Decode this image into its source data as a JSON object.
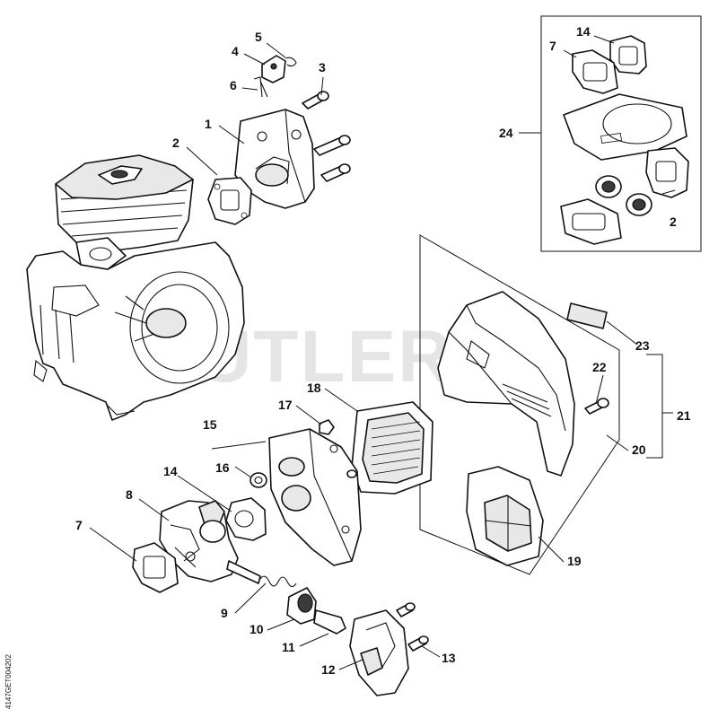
{
  "watermark": "CUTLER'S",
  "reference_code": "4147GET004202",
  "callouts": [
    {
      "id": "c1",
      "label": "1"
    },
    {
      "id": "c2a",
      "label": "2"
    },
    {
      "id": "c2b",
      "label": "2"
    },
    {
      "id": "c3",
      "label": "3"
    },
    {
      "id": "c4",
      "label": "4"
    },
    {
      "id": "c5",
      "label": "5"
    },
    {
      "id": "c6",
      "label": "6"
    },
    {
      "id": "c7a",
      "label": "7"
    },
    {
      "id": "c7b",
      "label": "7"
    },
    {
      "id": "c8",
      "label": "8"
    },
    {
      "id": "c9",
      "label": "9"
    },
    {
      "id": "c10",
      "label": "10"
    },
    {
      "id": "c11",
      "label": "11"
    },
    {
      "id": "c12",
      "label": "12"
    },
    {
      "id": "c13",
      "label": "13"
    },
    {
      "id": "c14a",
      "label": "14"
    },
    {
      "id": "c14b",
      "label": "14"
    },
    {
      "id": "c15",
      "label": "15"
    },
    {
      "id": "c16",
      "label": "16"
    },
    {
      "id": "c17",
      "label": "17"
    },
    {
      "id": "c18",
      "label": "18"
    },
    {
      "id": "c19",
      "label": "19"
    },
    {
      "id": "c20",
      "label": "20"
    },
    {
      "id": "c21",
      "label": "21"
    },
    {
      "id": "c22",
      "label": "22"
    },
    {
      "id": "c23",
      "label": "23"
    },
    {
      "id": "c24",
      "label": "24"
    }
  ]
}
